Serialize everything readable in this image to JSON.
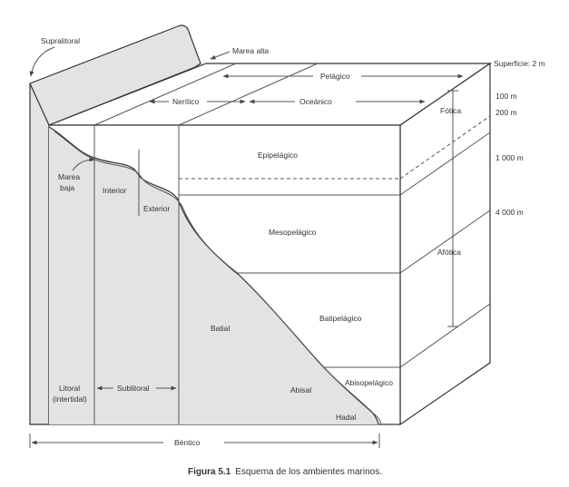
{
  "labels": {
    "supralitoral": "Supralitoral",
    "marea_alta": "Marea alta",
    "superficie": "Superficie: 2 m",
    "pelagico": "Pelágico",
    "neritico": "Nerítico",
    "oceanico": "Oceánico",
    "depth_100": "100 m",
    "depth_200": "200 m",
    "depth_1000": "1 000 m",
    "depth_4000": "4 000 m",
    "fotica": "Fótica",
    "afotica": "Afótica",
    "epipelagico": "Epipelágico",
    "mesopelagico": "Mesopelágico",
    "batipelagico": "Batipelágico",
    "abisopelagico": "Abisopelágico",
    "marea_baja_1": "Marea",
    "marea_baja_2": "baja",
    "interior": "Interior",
    "exterior": "Exterior",
    "batial": "Batial",
    "abisal": "Abisal",
    "hadal": "Hadal",
    "litoral_1": "Litoral",
    "litoral_2": "(intertidal)",
    "sublitoral": "Sublitoral",
    "bentico": "Béntico"
  },
  "caption": {
    "figure_label": "Figura 5.1",
    "text": "Esquema de los ambientes marinos."
  },
  "colors": {
    "seafloor_fill": "#e3e3e3",
    "line": "#333333"
  }
}
